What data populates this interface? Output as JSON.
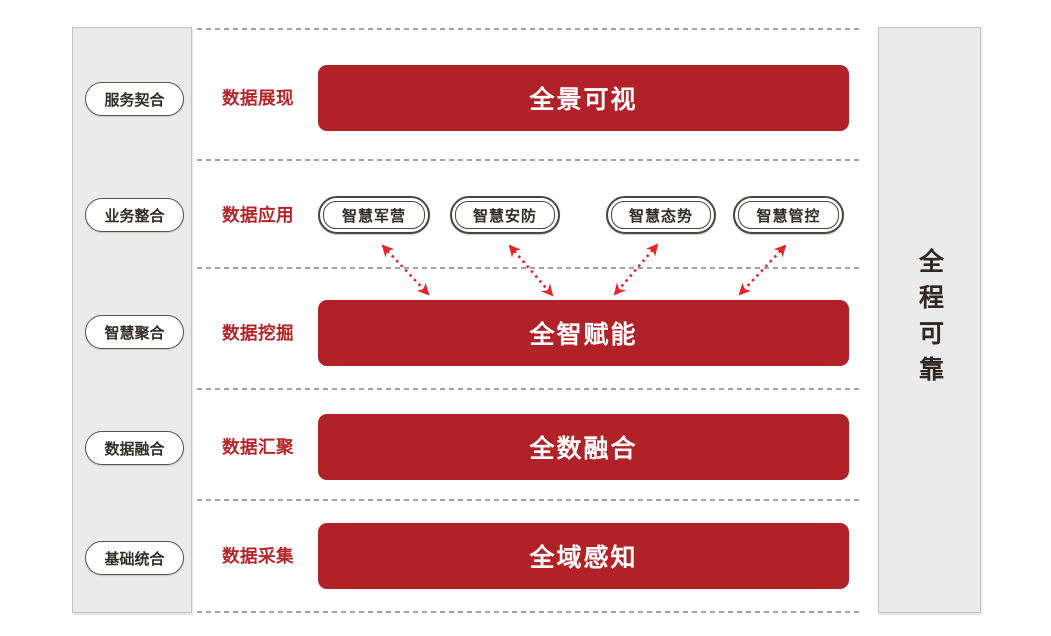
{
  "left_sidebar": {
    "items": [
      "服务契合",
      "业务整合",
      "智慧聚合",
      "数据融合",
      "基础统合"
    ]
  },
  "right_sidebar": {
    "label": "全程可靠"
  },
  "rows": [
    {
      "label": "数据展现",
      "bar": "全景可视"
    },
    {
      "label": "数据应用",
      "apps": [
        "智慧军营",
        "智慧安防",
        "智慧态势",
        "智慧管控"
      ]
    },
    {
      "label": "数据挖掘",
      "bar": "全智赋能"
    },
    {
      "label": "数据汇聚",
      "bar": "全数融合"
    },
    {
      "label": "数据采集",
      "bar": "全域感知"
    }
  ],
  "connections": [
    {
      "from": "智慧军营",
      "to": "全智赋能"
    },
    {
      "from": "智慧安防",
      "to": "全智赋能"
    },
    {
      "from": "智慧态势",
      "to": "全智赋能"
    },
    {
      "from": "智慧管控",
      "to": "全智赋能"
    }
  ],
  "colors": {
    "bar_red": "#b02228",
    "label_red": "#b2262a",
    "arrow_red": "#e2252b",
    "panel_gray": "#ebebeb",
    "pill_border": "#4a4541",
    "dotted_line_gray": "#a2a2a2"
  }
}
